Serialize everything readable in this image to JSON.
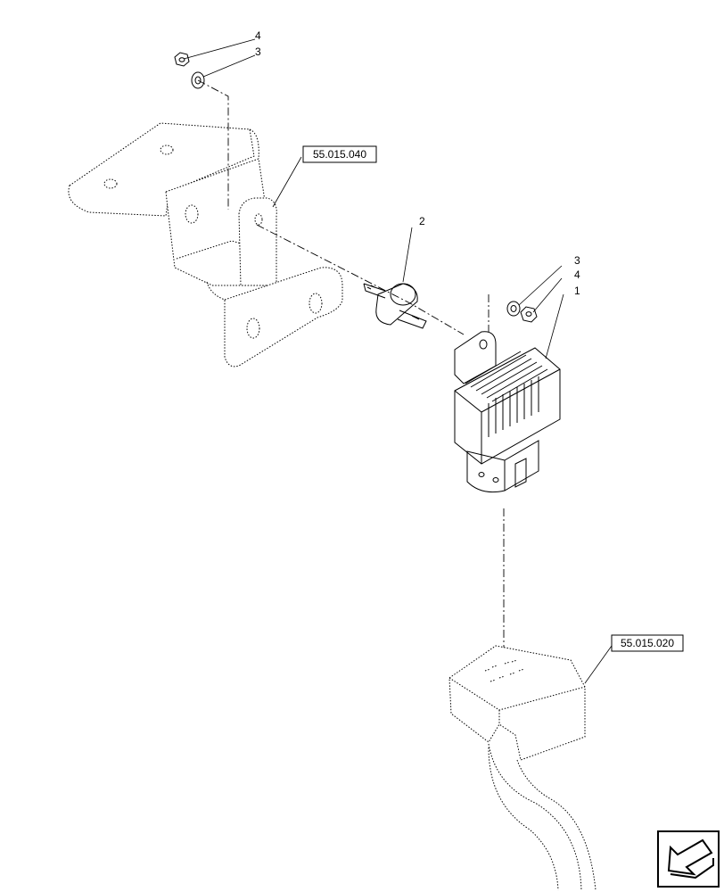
{
  "callouts": {
    "top_nut": "4",
    "top_washer": "3",
    "isolator": "2",
    "right_washer": "3",
    "right_nut": "4",
    "module": "1"
  },
  "references": {
    "bracket": "55.015.040",
    "connector": "55.015.020"
  },
  "nav_icon": "arrow-bottom-left-icon"
}
